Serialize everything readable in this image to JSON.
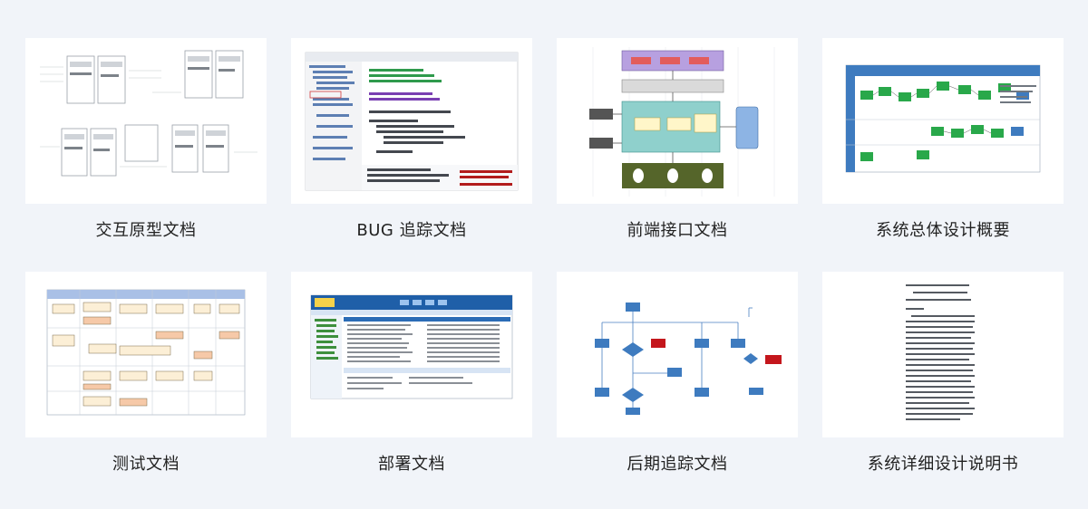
{
  "docs": [
    {
      "title": "交互原型文档",
      "kind": "wireframe"
    },
    {
      "title": "BUG 追踪文档",
      "kind": "code-ide"
    },
    {
      "title": "前端接口文档",
      "kind": "architecture"
    },
    {
      "title": "系统总体设计概要",
      "kind": "swimlane"
    },
    {
      "title": "测试文档",
      "kind": "process-table"
    },
    {
      "title": "部署文档",
      "kind": "admin-app"
    },
    {
      "title": "后期追踪文档",
      "kind": "flowchart"
    },
    {
      "title": "系统详细设计说明书",
      "kind": "text-document"
    }
  ],
  "colors": {
    "background": "#f1f4f9",
    "card": "#ffffff",
    "accent_purple": "#b7a0e0",
    "accent_teal": "#8fd0cc",
    "accent_olive": "#55652a",
    "accent_blue": "#3e7bbf",
    "accent_green": "#29a84a",
    "accent_red": "#c4161c"
  }
}
